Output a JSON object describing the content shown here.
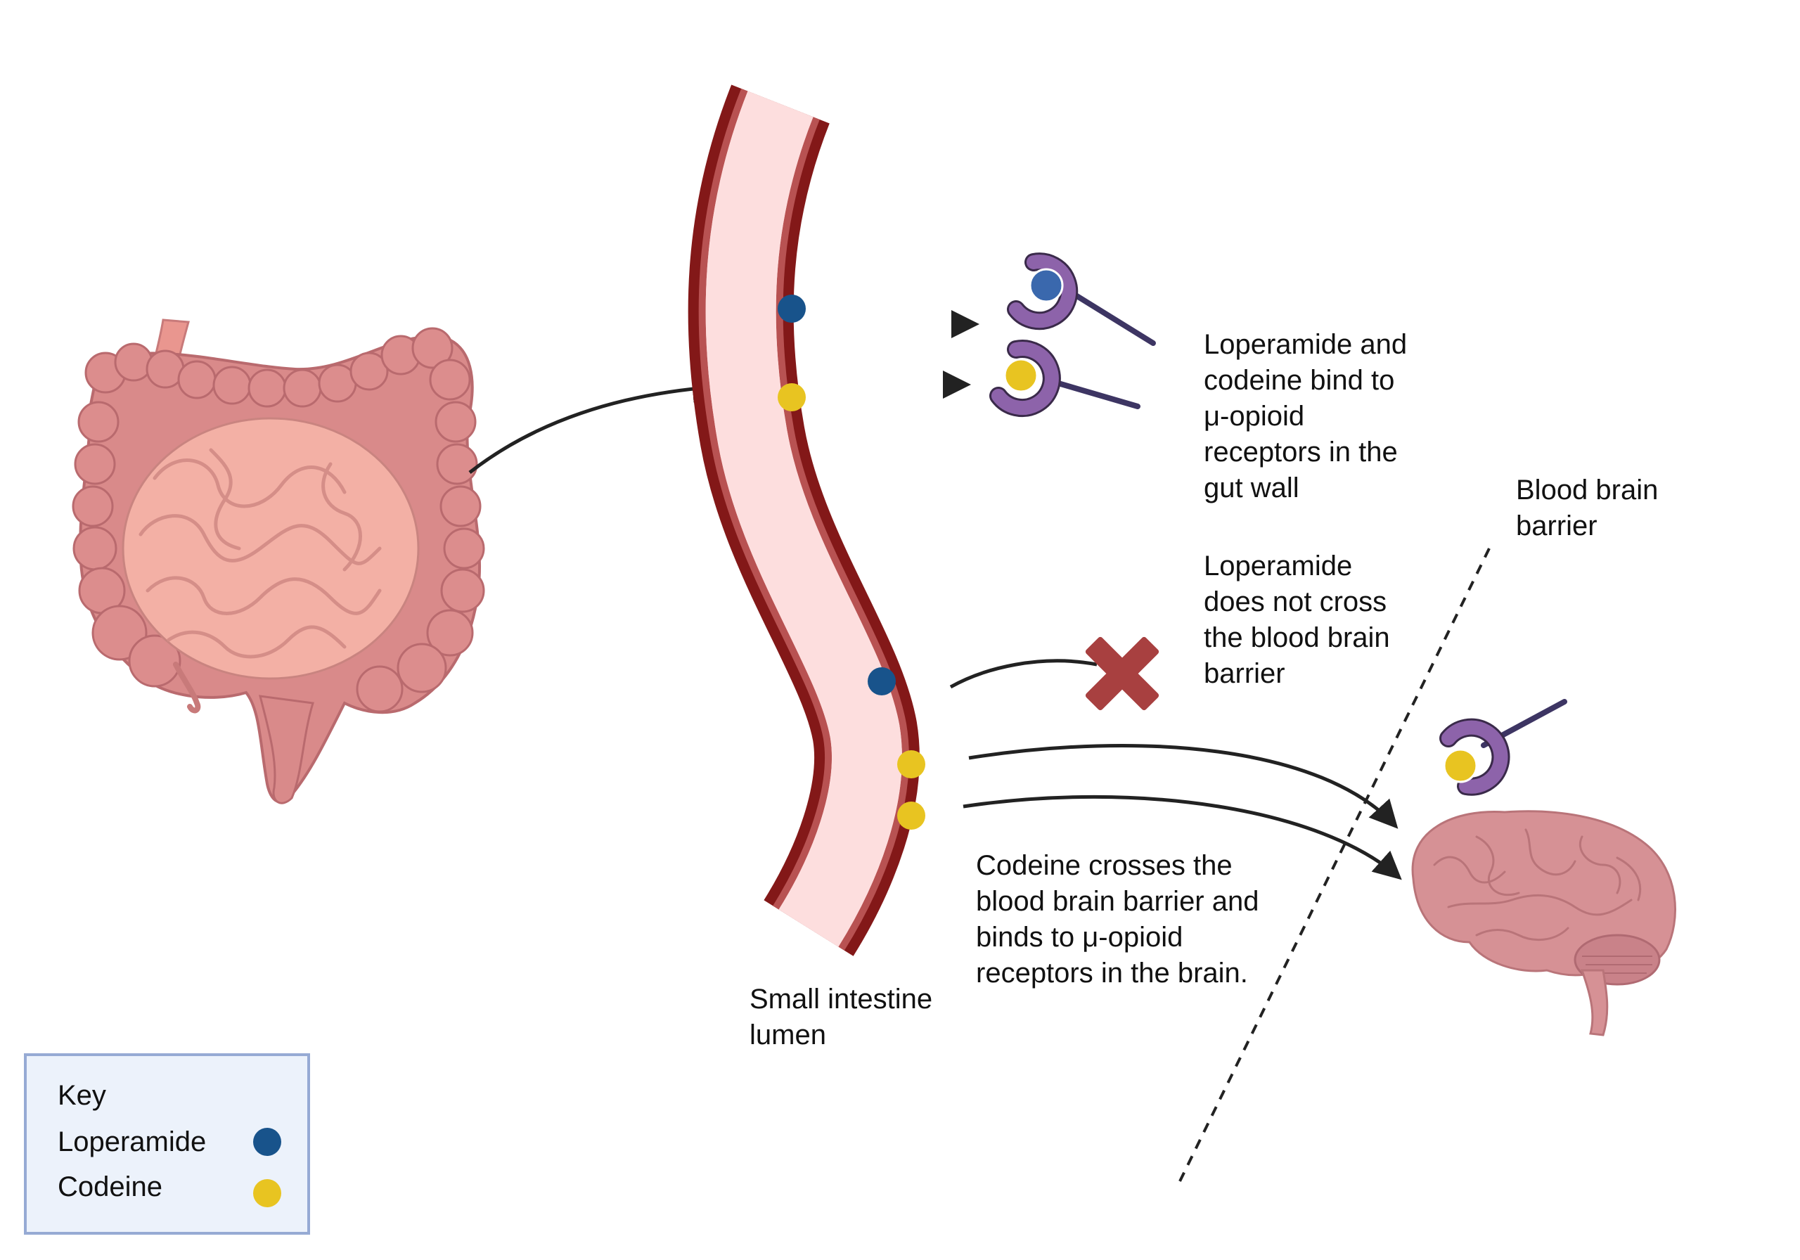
{
  "colors": {
    "loperamide": "#18538b",
    "codeine": "#e8c421",
    "loperamide_bound": "#3a68ad",
    "tube_outer": "#831818",
    "tube_inner_band": "#b85252",
    "lumen": "#fddede",
    "receptor": "#8d63aa",
    "receptor_stem": "#3d3563",
    "cross": "#a84040",
    "arrow": "#222222",
    "key_bg": "#ecf2fb",
    "key_border": "#96aad4",
    "organ": "#d98a8a",
    "organ_dark": "#b96a6e"
  },
  "labels": {
    "gut_wall": [
      "Loperamide and",
      "codeine bind to",
      "μ-opioid",
      "receptors in the",
      "gut wall"
    ],
    "bbb": [
      "Blood brain",
      "barrier"
    ],
    "loperamide_no_cross": [
      "Loperamide",
      "does not cross",
      "the blood brain",
      "barrier"
    ],
    "codeine_crosses": [
      "Codeine crosses the",
      "blood brain barrier and",
      "binds to μ-opioid",
      "receptors in the brain."
    ],
    "lumen": [
      "Small intestine",
      "lumen"
    ]
  },
  "key": {
    "title": "Key",
    "items": [
      {
        "label": "Loperamide",
        "color": "#18538b"
      },
      {
        "label": "Codeine",
        "color": "#e8c421"
      }
    ]
  },
  "icons": {
    "intestines": "intestines-illustration",
    "brain": "brain-illustration",
    "receptor": "mu-opioid-receptor",
    "blocked": "red-cross-icon"
  }
}
